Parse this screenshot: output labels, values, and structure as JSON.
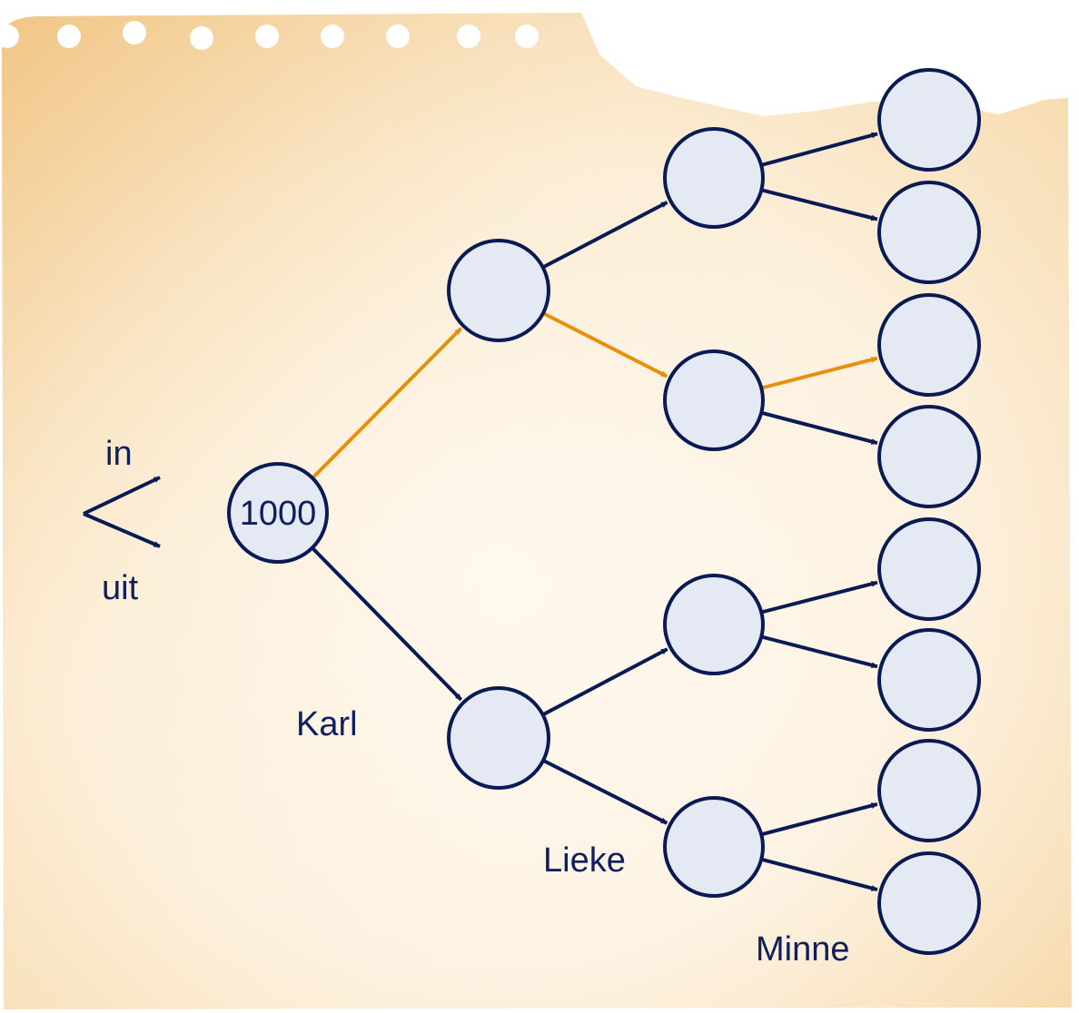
{
  "colors": {
    "dark": "#0a1a55",
    "highlight": "#e8900c",
    "node_fill": "#e4e9f3",
    "paper_edge": "#f2c98e",
    "paper_center": "#fffdf8"
  },
  "legend": {
    "up_label": "in",
    "down_label": "uit"
  },
  "tree": {
    "root_value": "1000",
    "highlight_path": [
      "up",
      "down",
      "up"
    ],
    "levels": [
      1,
      2,
      4,
      8
    ]
  },
  "names": {
    "karl": "Karl",
    "lieke": "Lieke",
    "minne": "Minne"
  }
}
